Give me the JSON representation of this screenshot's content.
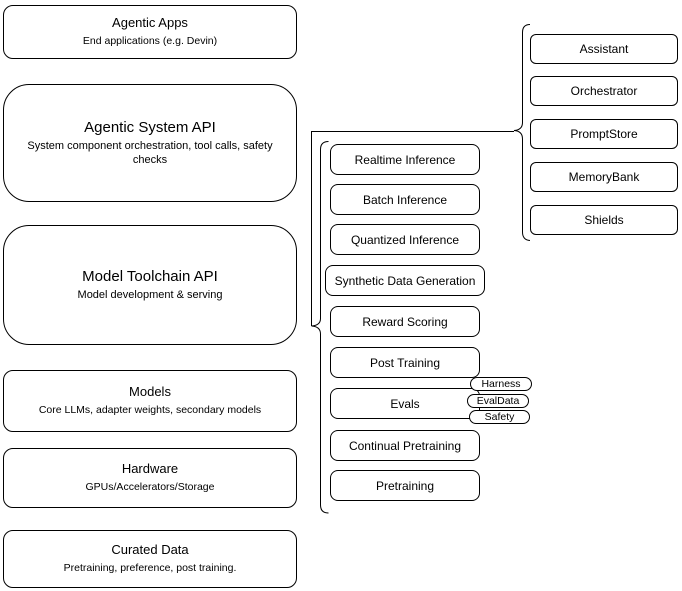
{
  "diagram": {
    "left_column": [
      {
        "title": "Agentic Apps",
        "subtitle": "End applications (e.g. Devin)"
      },
      {
        "title": "Agentic System API",
        "subtitle": "System component orchestration, tool calls, safety checks"
      },
      {
        "title": "Model Toolchain API",
        "subtitle": "Model development & serving"
      },
      {
        "title": "Models",
        "subtitle": "Core LLMs, adapter weights, secondary models"
      },
      {
        "title": "Hardware",
        "subtitle": "GPUs/Accelerators/Storage"
      },
      {
        "title": "Curated Data",
        "subtitle": "Pretraining, preference, post training."
      }
    ],
    "toolchain_items": [
      "Realtime Inference",
      "Batch Inference",
      "Quantized Inference",
      "Synthetic Data Generation",
      "Reward Scoring",
      "Post Training",
      "Evals",
      "Continual Pretraining",
      "Pretraining"
    ],
    "eval_pills": [
      "Harness",
      "EvalData",
      "Safety"
    ],
    "system_components": [
      "Assistant",
      "Orchestrator",
      "PromptStore",
      "MemoryBank",
      "Shields"
    ],
    "colors": {
      "stroke": "#000000",
      "fill": "#ffffff",
      "text": "#000000"
    }
  }
}
